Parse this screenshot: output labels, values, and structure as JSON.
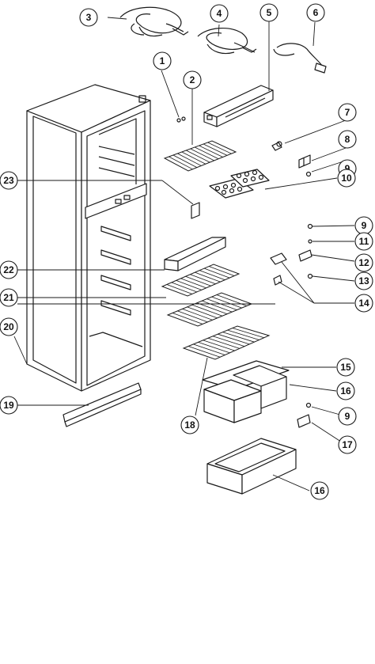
{
  "callouts": [
    {
      "id": "c1",
      "label": "1"
    },
    {
      "id": "c2",
      "label": "2"
    },
    {
      "id": "c3",
      "label": "3"
    },
    {
      "id": "c4",
      "label": "4"
    },
    {
      "id": "c5",
      "label": "5"
    },
    {
      "id": "c6",
      "label": "6"
    },
    {
      "id": "c7",
      "label": "7"
    },
    {
      "id": "c8",
      "label": "8"
    },
    {
      "id": "c9a",
      "label": "9"
    },
    {
      "id": "c10",
      "label": "10"
    },
    {
      "id": "c23",
      "label": "23"
    },
    {
      "id": "c9b",
      "label": "9"
    },
    {
      "id": "c11",
      "label": "11"
    },
    {
      "id": "c12",
      "label": "12"
    },
    {
      "id": "c22",
      "label": "22"
    },
    {
      "id": "c13",
      "label": "13"
    },
    {
      "id": "c21",
      "label": "21"
    },
    {
      "id": "c14",
      "label": "14"
    },
    {
      "id": "c20",
      "label": "20"
    },
    {
      "id": "c15",
      "label": "15"
    },
    {
      "id": "c16a",
      "label": "16"
    },
    {
      "id": "c19",
      "label": "19"
    },
    {
      "id": "c9c",
      "label": "9"
    },
    {
      "id": "c18",
      "label": "18"
    },
    {
      "id": "c17",
      "label": "17"
    },
    {
      "id": "c16b",
      "label": "16"
    }
  ]
}
